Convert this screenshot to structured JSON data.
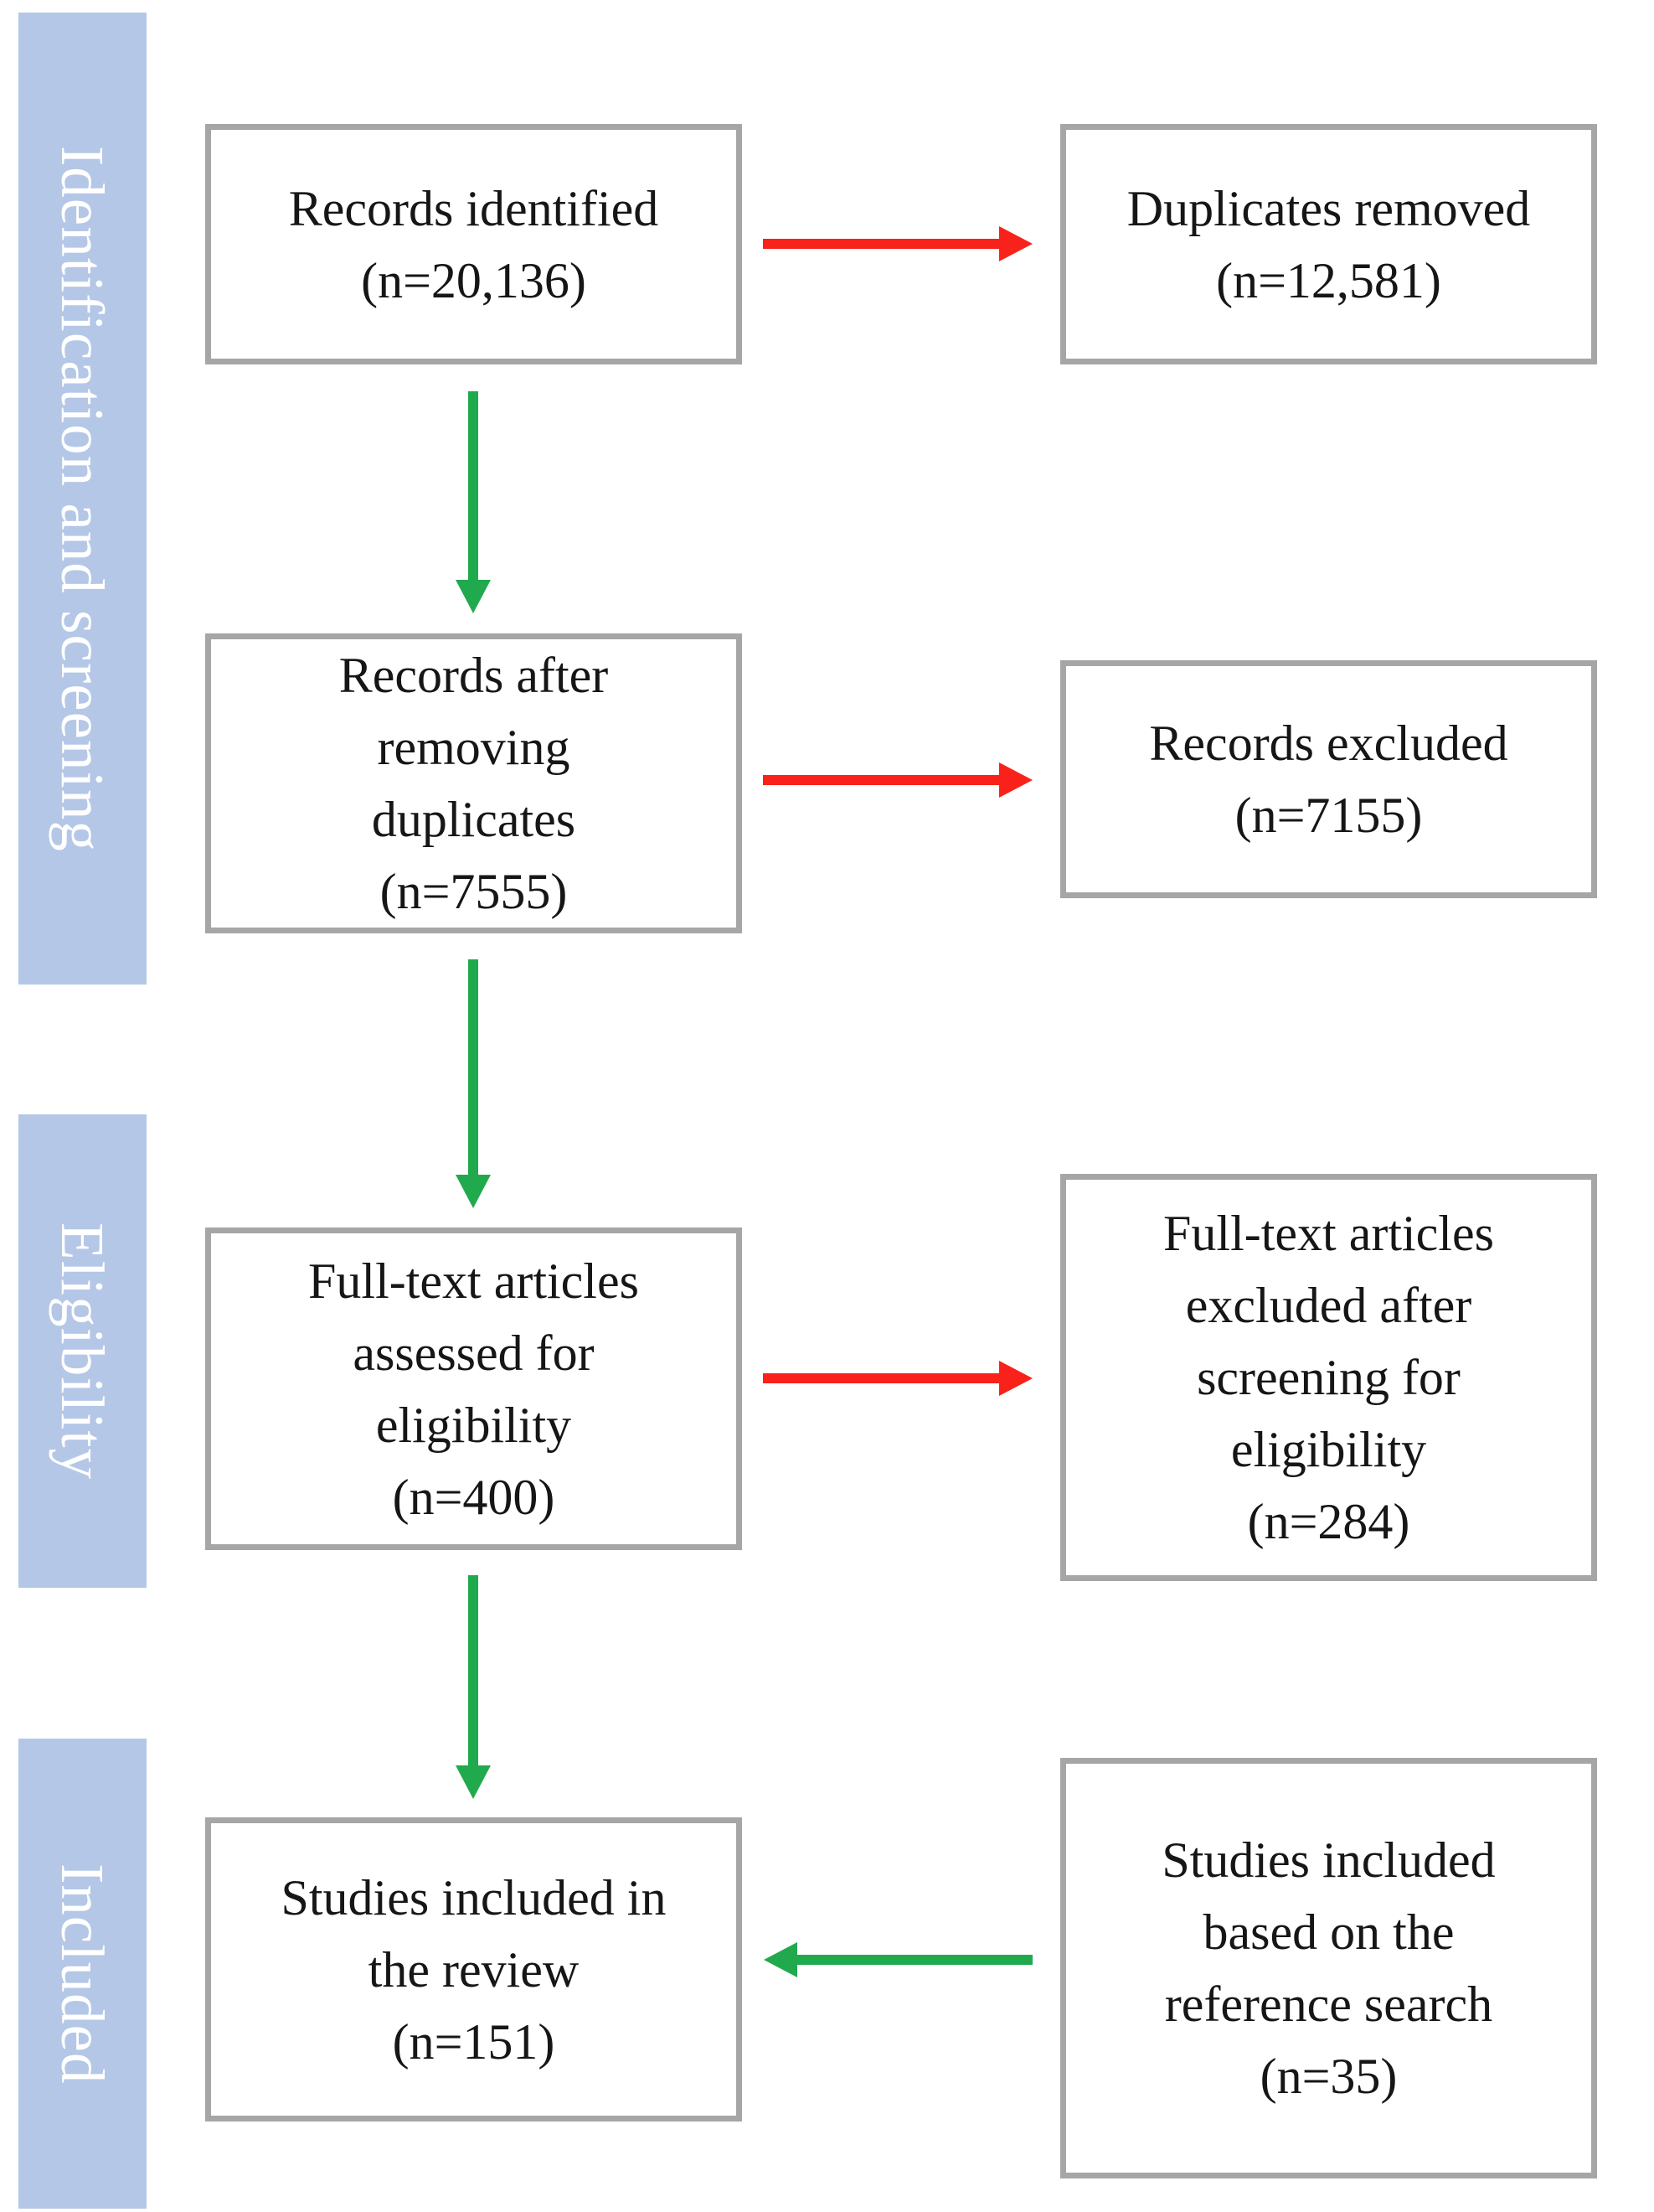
{
  "diagram": {
    "type": "prisma-flowchart",
    "sidebar_bands": [
      {
        "label": "Identification and screening"
      },
      {
        "label": "Eligibility"
      },
      {
        "label": "Included"
      }
    ],
    "left_boxes": [
      {
        "id": "records-identified",
        "lines": [
          "Records identified",
          "(n=20,136)"
        ]
      },
      {
        "id": "records-after-duplicates",
        "lines": [
          "Records after",
          "removing",
          "duplicates",
          "(n=7555)"
        ]
      },
      {
        "id": "fulltext-assessed",
        "lines": [
          "Full-text articles",
          "assessed for",
          "eligibility",
          "(n=400)"
        ]
      },
      {
        "id": "studies-included-review",
        "lines": [
          "Studies included in",
          "the review",
          "(n=151)"
        ]
      }
    ],
    "right_boxes": [
      {
        "id": "duplicates-removed",
        "lines": [
          "Duplicates removed",
          "(n=12,581)"
        ]
      },
      {
        "id": "records-excluded",
        "lines": [
          "Records excluded",
          "(n=7155)"
        ]
      },
      {
        "id": "fulltext-excluded",
        "lines": [
          "Full-text articles",
          "excluded after",
          "screening for",
          "eligibility",
          "(n=284)"
        ]
      },
      {
        "id": "studies-included-reference",
        "lines": [
          "Studies included",
          "based on the",
          "reference search",
          "(n=35)"
        ]
      }
    ],
    "arrows": [
      {
        "from": "records-identified",
        "to": "duplicates-removed",
        "direction": "right",
        "color": "#f8221a"
      },
      {
        "from": "records-identified",
        "to": "records-after-duplicates",
        "direction": "down",
        "color": "#21a94e"
      },
      {
        "from": "records-after-duplicates",
        "to": "records-excluded",
        "direction": "right",
        "color": "#f8221a"
      },
      {
        "from": "records-after-duplicates",
        "to": "fulltext-assessed",
        "direction": "down",
        "color": "#21a94e"
      },
      {
        "from": "fulltext-assessed",
        "to": "fulltext-excluded",
        "direction": "right",
        "color": "#f8221a"
      },
      {
        "from": "fulltext-assessed",
        "to": "studies-included-review",
        "direction": "down",
        "color": "#21a94e"
      },
      {
        "from": "studies-included-reference",
        "to": "studies-included-review",
        "direction": "left",
        "color": "#21a94e"
      }
    ],
    "colors": {
      "band_background": "#b4c7e7",
      "band_text": "#ffffff",
      "box_border": "#a6a6a6",
      "box_background": "#ffffff",
      "box_text": "#161616",
      "red_arrow": "#f8221a",
      "green_arrow": "#21a94e",
      "page_background": "#ffffff"
    }
  }
}
